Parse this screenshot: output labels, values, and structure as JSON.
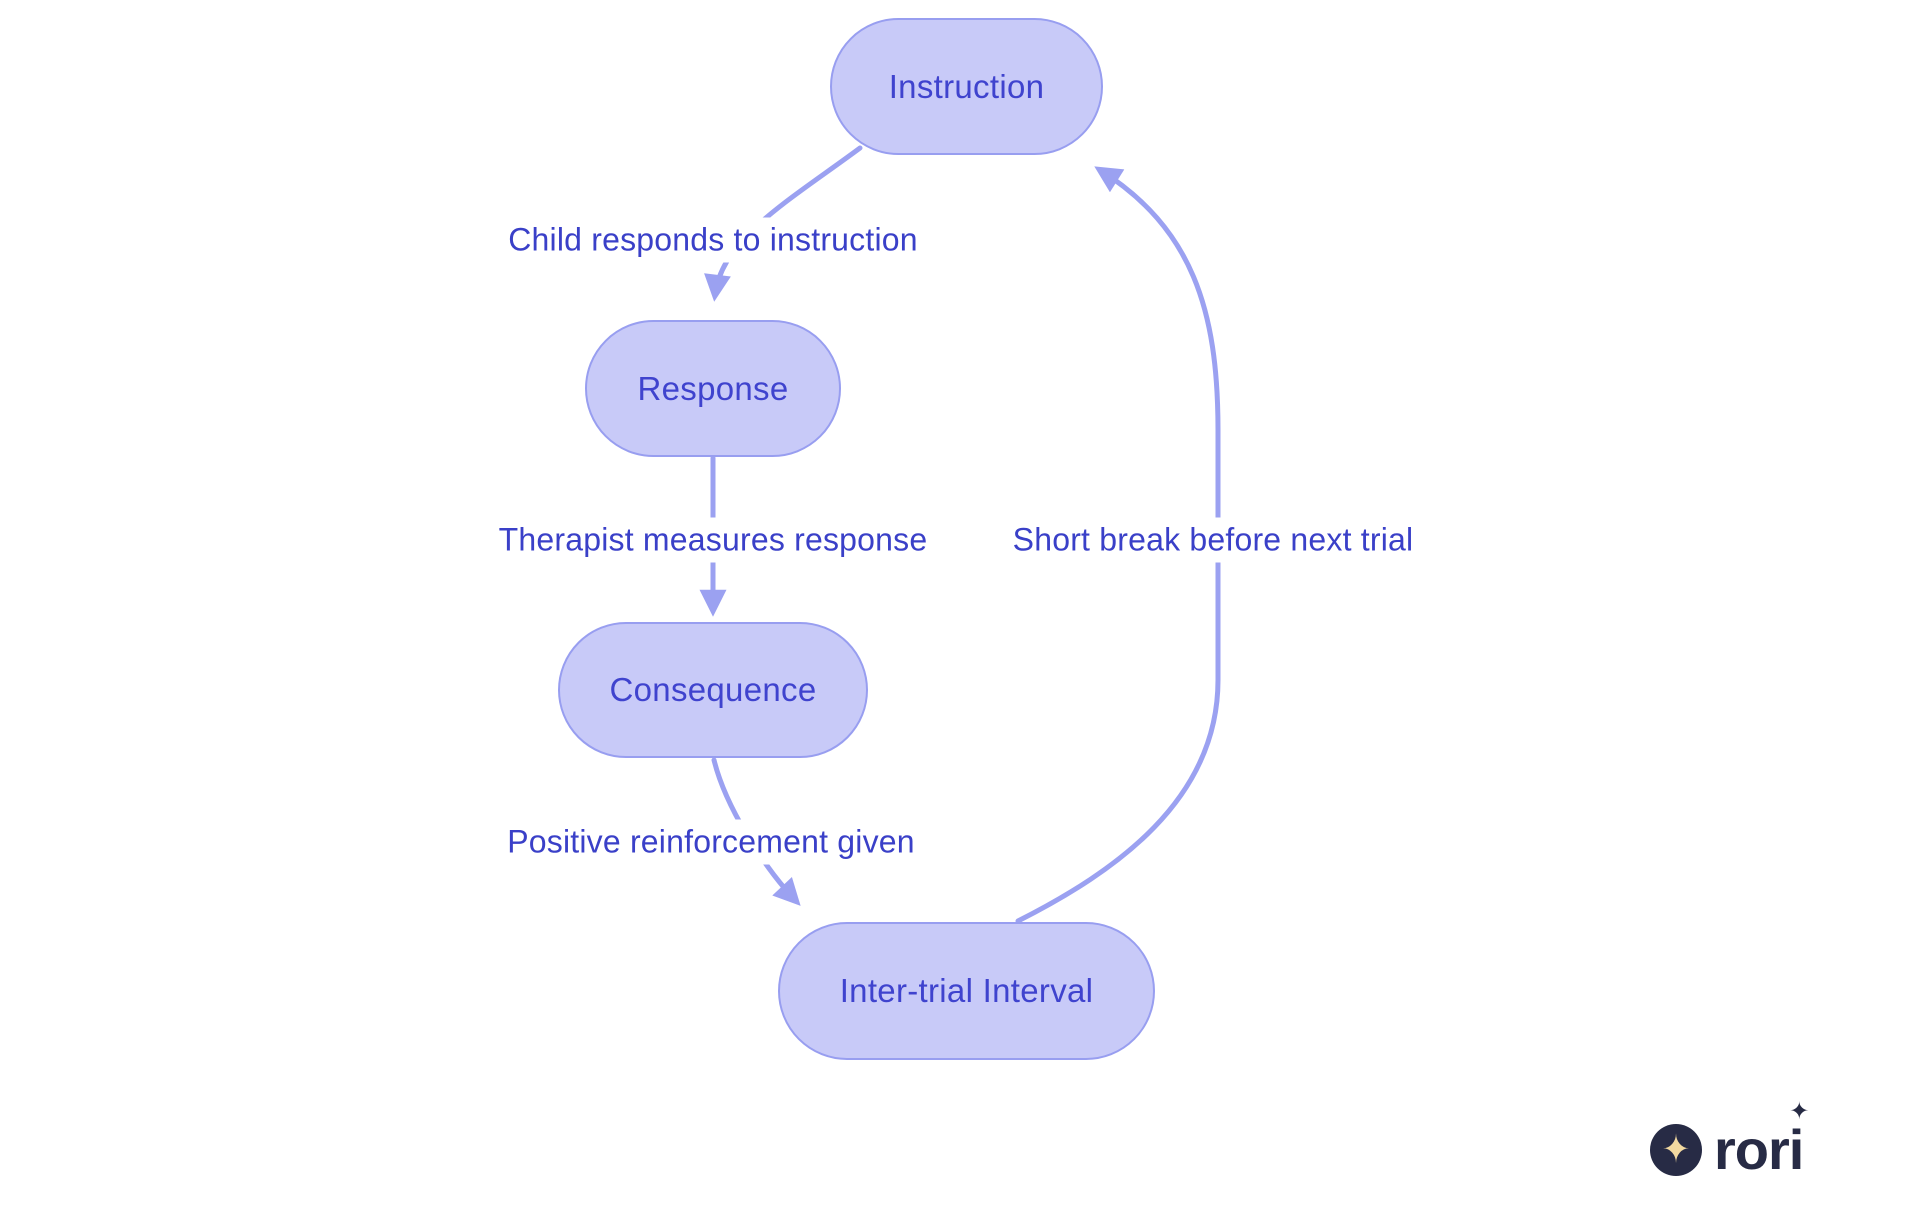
{
  "diagram": {
    "type": "flowchart-cycle",
    "nodes": [
      {
        "id": "instruction",
        "label": "Instruction"
      },
      {
        "id": "response",
        "label": "Response"
      },
      {
        "id": "consequence",
        "label": "Consequence"
      },
      {
        "id": "intertrial",
        "label": "Inter-trial Interval"
      }
    ],
    "edges": [
      {
        "from": "instruction",
        "to": "response",
        "label": "Child responds to instruction"
      },
      {
        "from": "response",
        "to": "consequence",
        "label": "Therapist measures response"
      },
      {
        "from": "consequence",
        "to": "intertrial",
        "label": "Positive reinforcement given"
      },
      {
        "from": "intertrial",
        "to": "instruction",
        "label": "Short break before next trial"
      }
    ]
  },
  "colors": {
    "node_fill": "#c8caf8",
    "node_border": "#989ef0",
    "arrow": "#9ba1f1",
    "node_text": "#3f43ce",
    "edge_label_text": "#3a40c8",
    "logo_navy": "#272b45",
    "logo_gold": "#f2d9a0",
    "background": "#ffffff"
  },
  "logo": {
    "brand": "rori",
    "circle_sparkle_icon": "✦",
    "dot_sparkle_icon": "✦"
  }
}
